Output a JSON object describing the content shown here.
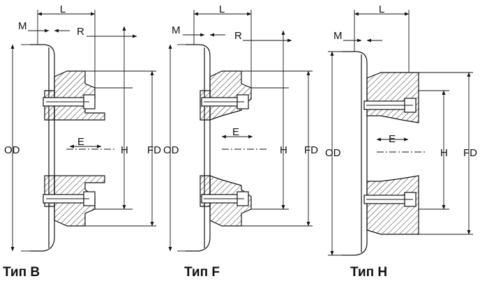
{
  "labels": {
    "L": "L",
    "M": "M",
    "R": "R",
    "E": "E",
    "H": "H",
    "FD": "FD",
    "OD": "OD"
  },
  "captions": {
    "type_b": "Тип B",
    "type_f": "Тип F",
    "type_h": "Тип H"
  }
}
